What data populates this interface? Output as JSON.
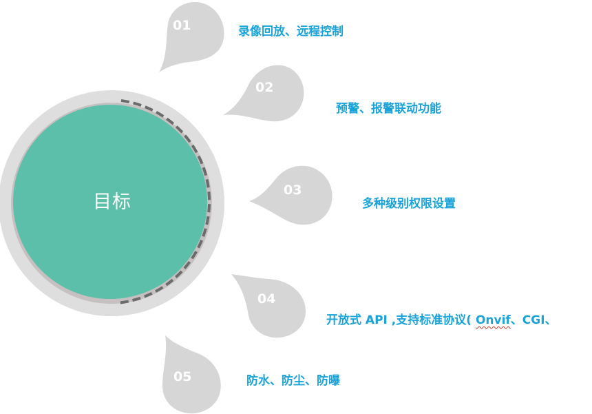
{
  "center": {
    "label": "目标",
    "fill": "#5bbfaa",
    "ring": "#d9d9d9"
  },
  "colors": {
    "drop_fill": "#d6d6d6",
    "text": "#1aa3d9",
    "dash": "#6b6b6b"
  },
  "items": [
    {
      "num": "01",
      "text": "录像回放、远程控制"
    },
    {
      "num": "02",
      "text": "预警、报警联动功能"
    },
    {
      "num": "03",
      "text": "多种级别权限设置"
    },
    {
      "num": "04",
      "text_pre": "开放式 API ,支持标准协议( ",
      "text_mark": "Onvif",
      "text_post": "、CGI、"
    },
    {
      "num": "05",
      "text": "防水、防尘、防曝"
    }
  ]
}
